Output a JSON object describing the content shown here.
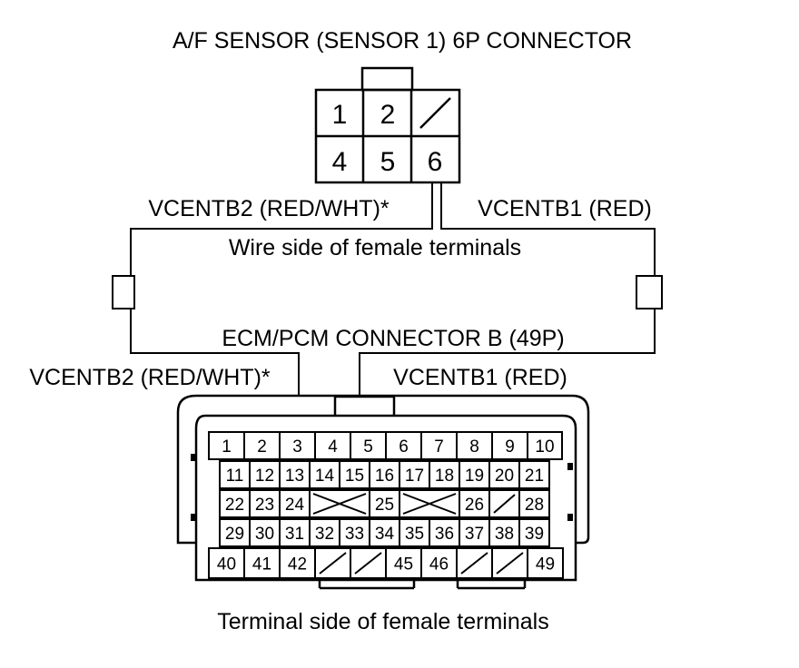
{
  "labels": {
    "title": "A/F SENSOR (SENSOR 1) 6P CONNECTOR",
    "wire_left_top": "VCENTB2 (RED/WHT)*",
    "wire_right_top": "VCENTB1 (RED)",
    "wire_side": "Wire side of female terminals",
    "ecm_title": "ECM/PCM CONNECTOR B (49P)",
    "wire_left_bottom": "VCENTB2 (RED/WHT)*",
    "wire_right_bottom": "VCENTB1 (RED)",
    "terminal_side": "Terminal side of female terminals"
  },
  "sensor_connector": {
    "top_row": [
      "1",
      "2",
      ""
    ],
    "bottom_row": [
      "4",
      "5",
      "6"
    ],
    "empty_cavity": "top-right"
  },
  "ecm_connector": {
    "row1": [
      "1",
      "2",
      "3",
      "4",
      "5",
      "6",
      "7",
      "8",
      "9",
      "10"
    ],
    "row2": [
      "11",
      "12",
      "13",
      "14",
      "15",
      "16",
      "17",
      "18",
      "19",
      "20",
      "21"
    ],
    "row3": [
      "22",
      "23",
      "24",
      "X",
      "25",
      "X",
      "26",
      "/",
      "28"
    ],
    "row4": [
      "29",
      "30",
      "31",
      "32",
      "33",
      "34",
      "35",
      "36",
      "37",
      "38",
      "39"
    ],
    "row5": [
      "40",
      "41",
      "42",
      "/",
      "/",
      "45",
      "46",
      "/",
      "/",
      "49"
    ]
  }
}
